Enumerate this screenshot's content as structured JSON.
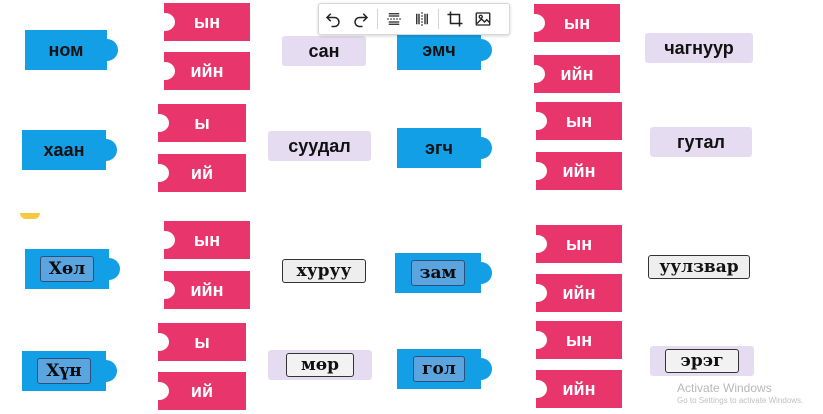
{
  "toolbar": {
    "items": [
      {
        "name": "undo-icon"
      },
      {
        "name": "redo-icon"
      },
      {
        "name": "split-horizontal-icon"
      },
      {
        "name": "split-vertical-icon"
      },
      {
        "name": "crop-icon"
      },
      {
        "name": "image-icon"
      }
    ]
  },
  "rows": [
    {
      "left_word": "ном",
      "left_suffixes": [
        "ын",
        "ийн"
      ],
      "left_plain": "сан",
      "right_word": "эмч",
      "right_suffixes": [
        "ын",
        "ийн"
      ],
      "right_plain": "чагнуур"
    },
    {
      "left_word": "хаан",
      "left_suffixes": [
        "ы",
        "ий"
      ],
      "left_plain": "суудал",
      "right_word": "эгч",
      "right_suffixes": [
        "ын",
        "ийн"
      ],
      "right_plain": "гутал"
    },
    {
      "left_word": "Хөл",
      "left_suffixes": [
        "ын",
        "ийн"
      ],
      "left_plain": "хуруу",
      "right_word": "зам",
      "right_suffixes": [
        "ын",
        "ийн"
      ],
      "right_plain": "уулзвар"
    },
    {
      "left_word": "Хүн",
      "left_suffixes": [
        "ы",
        "ий"
      ],
      "left_plain": "мөр",
      "right_word": "гол",
      "right_suffixes": [
        "ын",
        "ийн"
      ],
      "right_plain": "эрэг"
    }
  ],
  "watermark": {
    "title": "Activate Windows",
    "subtitle": "Go to Settings to activate Windows."
  },
  "colors": {
    "word_blue": "#139fe6",
    "suffix_pink": "#e8356c",
    "plain_lavender": "#e6dcf2"
  }
}
